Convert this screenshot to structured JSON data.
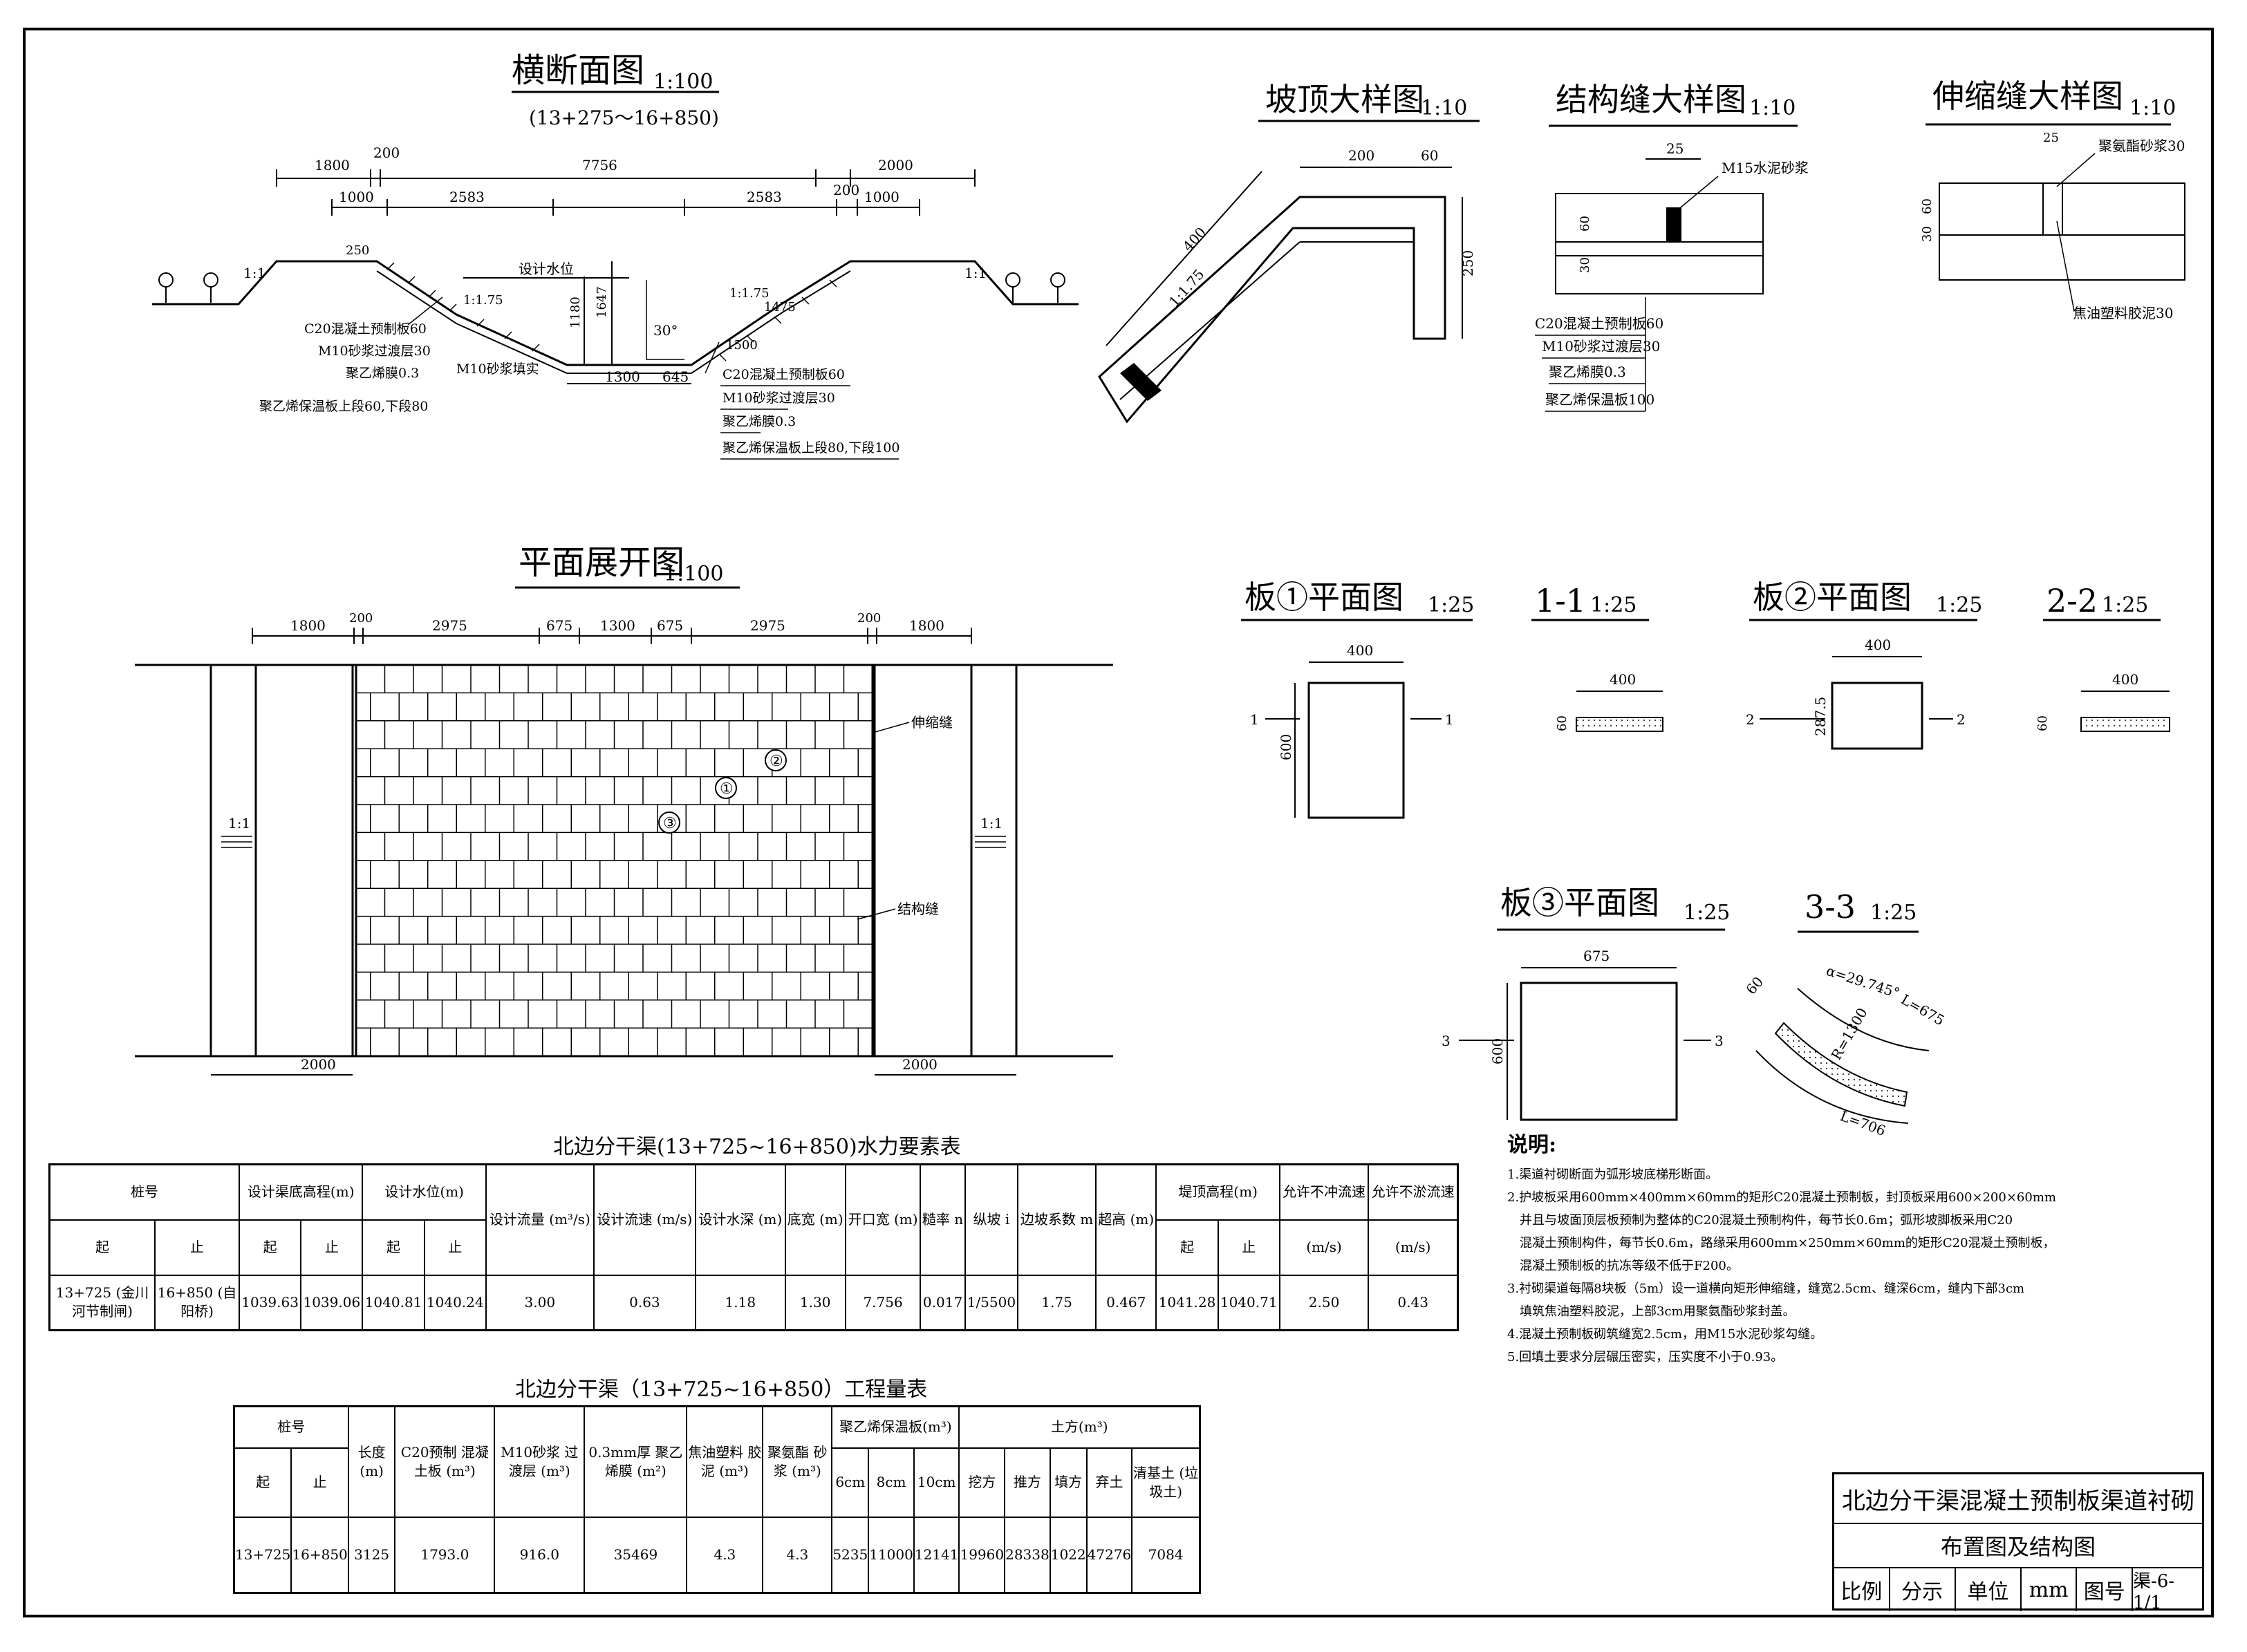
{
  "cross_section": {
    "title": "横断面图",
    "scale": "1:100",
    "range": "(13+275～16+850)",
    "dims_top": [
      "1800",
      "200",
      "7756",
      "2000"
    ],
    "dims_second": [
      "1000",
      "2583",
      "2583",
      "200",
      "1000"
    ],
    "dim_250": "250",
    "dims_vertical": [
      "1180",
      "1647"
    ],
    "slope_left": "1:1",
    "slope_right": "1:1",
    "slope_175_left": "1:1.75",
    "slope_175_right": "1:1.75",
    "water_level": "设计水位",
    "angle": "30°",
    "dim_1475": "1475",
    "dim_1500": "1500",
    "bottom_dims": [
      "1300",
      "645"
    ],
    "left_labels": [
      "C20混凝土预制板60",
      "M10砂浆过渡层30",
      "聚乙烯膜0.3",
      "聚乙烯保温板上段60,下段80"
    ],
    "mortar_fill": "M10砂浆填实",
    "right_labels": [
      "C20混凝土预制板60",
      "M10砂浆过渡层30",
      "聚乙烯膜0.3",
      "聚乙烯保温板上段80,下段100"
    ]
  },
  "slope_top": {
    "title": "坡顶大样图",
    "scale": "1:10",
    "dims": [
      "200",
      "60",
      "400",
      "250"
    ],
    "slope": "1:1.75"
  },
  "struct_joint": {
    "title": "结构缝大样图",
    "scale": "1:10",
    "dim_25": "25",
    "mortar": "M15水泥砂浆",
    "dim_60": "60",
    "dim_30": "30",
    "labels": [
      "C20混凝土预制板60",
      "M10砂浆过渡层30",
      "聚乙烯膜0.3",
      "聚乙烯保温板100"
    ]
  },
  "expansion_joint": {
    "title": "伸缩缝大样图",
    "scale": "1:10",
    "dim_25": "25",
    "dim_60": "60",
    "dim_30": "30",
    "label_top": "聚氨酯砂浆30",
    "label_bottom": "焦油塑料胶泥30"
  },
  "plan": {
    "title": "平面展开图",
    "scale": "1:100",
    "dims_top": [
      "1800",
      "200",
      "2975",
      "675",
      "1300",
      "675",
      "2975",
      "200",
      "1800"
    ],
    "dims_bottom": [
      "2000",
      "2000"
    ],
    "slope_left": "1:1",
    "slope_right": "1:1",
    "expansion_label": "伸缩缝",
    "struct_label": "结构缝",
    "markers": [
      "①",
      "②",
      "③"
    ]
  },
  "slab1": {
    "title": "板①平面图",
    "scale": "1:25",
    "w": "400",
    "h": "600",
    "cut": "1"
  },
  "sec11": {
    "title": "1-1",
    "scale": "1:25",
    "w": "400",
    "t": "60"
  },
  "slab2": {
    "title": "板②平面图",
    "scale": "1:25",
    "w": "400",
    "h": "287.5",
    "cut": "2"
  },
  "sec22": {
    "title": "2-2",
    "scale": "1:25",
    "w": "400",
    "t": "60"
  },
  "slab3": {
    "title": "板③平面图",
    "scale": "1:25",
    "w": "675",
    "h": "600",
    "cut": "3"
  },
  "sec33": {
    "title": "3-3",
    "scale": "1:25",
    "alpha": "α=29.745°",
    "l1": "L=675",
    "r": "R=1300",
    "l2": "L=706",
    "t": "60"
  },
  "hydraulic_table": {
    "title": "北边分干渠(13+725~16+850)水力要素表",
    "headers": {
      "station": "桩号",
      "start": "起",
      "end": "止",
      "bottom_elev": "设计渠底高程(m)",
      "water_level": "设计水位(m)",
      "flow": "设计流量 (m³/s)",
      "velocity": "设计流速 (m/s)",
      "depth": "设计水深 (m)",
      "bottom_width": "底宽 (m)",
      "top_width": "开口宽 (m)",
      "roughness": "糙率 n",
      "slope": "纵坡 i",
      "side_slope": "边坡系数 m",
      "freeboard": "超高 (m)",
      "bank_elev": "堤顶高程(m)",
      "max_vel": "允许不冲流速",
      "min_vel": "允许不淤流速",
      "unit": "(m/s)"
    },
    "row": {
      "start": "13+725 (金川河节制闸)",
      "end": "16+850 (自阳桥)",
      "bottom_start": "1039.63",
      "bottom_end": "1039.06",
      "wl_start": "1040.81",
      "wl_end": "1040.24",
      "flow": "3.00",
      "velocity": "0.63",
      "depth": "1.18",
      "bottom_width": "1.30",
      "top_width": "7.756",
      "roughness": "0.017",
      "slope": "1/5500",
      "side_slope": "1.75",
      "freeboard": "0.467",
      "bank_start": "1041.28",
      "bank_end": "1040.71",
      "max_vel": "2.50",
      "min_vel": "0.43"
    }
  },
  "quantity_table": {
    "title": "北边分干渠（13+725~16+850）工程量表",
    "headers": {
      "station": "桩号",
      "start": "起",
      "end": "止",
      "length": "长度 (m)",
      "c20": "C20预制 混凝土板 (m³)",
      "m10": "M10砂浆 过渡层 (m³)",
      "pe": "0.3mm厚 聚乙烯膜 (m²)",
      "tar": "焦油塑料 胶泥 (m³)",
      "pu": "聚氨酯 砂浆 (m³)",
      "insul": "聚乙烯保温板(m³)",
      "i6": "6cm",
      "i8": "8cm",
      "i10": "10cm",
      "earth": "土方(m³)",
      "cut": "挖方",
      "push": "推方",
      "fill": "填方",
      "waste": "弃土",
      "clear": "清基土 (垃圾土)"
    },
    "row": {
      "start": "13+725",
      "end": "16+850",
      "length": "3125",
      "c20": "1793.0",
      "m10": "916.0",
      "pe": "35469",
      "tar": "4.3",
      "pu": "4.3",
      "i6": "5235",
      "i8": "11000",
      "i10": "12141",
      "cut": "19960",
      "push": "28338",
      "fill": "1022",
      "waste": "47276",
      "clear": "7084"
    }
  },
  "notes": {
    "title": "说明:",
    "items": [
      "1.渠道衬砌断面为弧形坡底梯形断面。",
      "2.护坡板采用600mm×400mm×60mm的矩形C20混凝土预制板，封顶板采用600×200×60mm",
      "并且与坡面顶层板预制为整体的C20混凝土预制构件，每节长0.6m；弧形坡脚板采用C20",
      "混凝土预制构件，每节长0.6m，路缘采用600mm×250mm×60mm的矩形C20混凝土预制板，",
      "混凝土预制板的抗冻等级不低于F200。",
      "3.衬砌渠道每隔8块板（5m）设一道横向矩形伸缩缝，缝宽2.5cm、缝深6cm，缝内下部3cm",
      "填筑焦油塑料胶泥，上部3cm用聚氨酯砂浆封盖。",
      "4.混凝土预制板砌筑缝宽2.5cm，用M15水泥砂浆勾缝。",
      "5.回填土要求分层碾压密实，压实度不小于0.93。"
    ]
  },
  "title_block": {
    "project": "北边分干渠混凝土预制板渠道衬砌",
    "drawing": "布置图及结构图",
    "scale_label": "比例",
    "scale_value": "分示",
    "unit_label": "单位",
    "unit_value": "mm",
    "no_label": "图号",
    "no_value": "渠-6-1/1"
  }
}
